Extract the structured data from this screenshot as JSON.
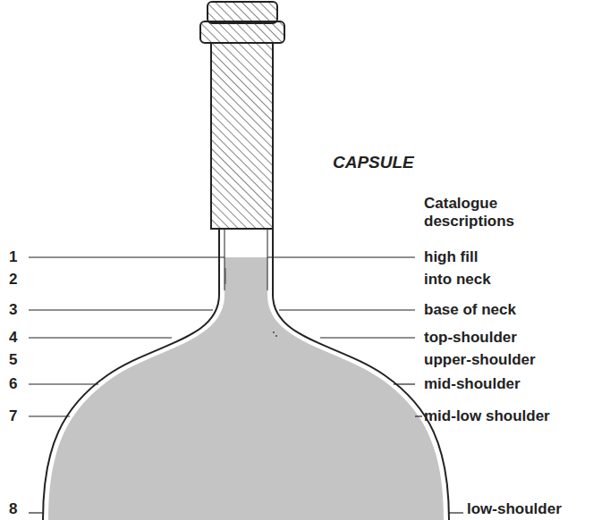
{
  "diagram": {
    "labels": [
      "CAPSULE",
      "Catalogue descriptions",
      "1",
      "high fill",
      "2",
      "into neck",
      "3",
      "base of neck",
      "4",
      "top-shoulder",
      "5",
      "upper-shoulder",
      "6",
      "mid-shoulder",
      "7",
      "mid-low shoulder",
      "8",
      "low-shoulder"
    ]
  }
}
